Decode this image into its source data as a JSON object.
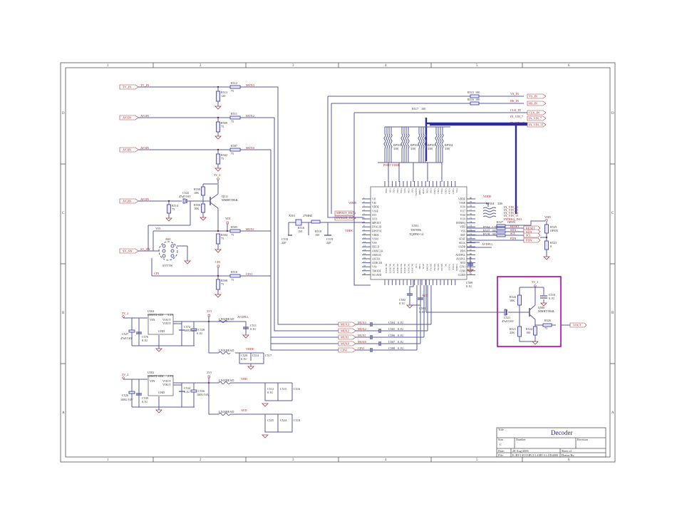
{
  "sheet": {
    "title_label": "Title",
    "title": "Decoder",
    "size_label": "Size",
    "size": "C",
    "number_label": "Number",
    "revision_label": "Revision",
    "date_label": "Date:",
    "date": "28-Aug-2006",
    "sheet_label": "Sheet   of",
    "file_label": "File:",
    "file": "E:\\RV1\\EV3\\RV2\\1.4\\RV1\\1.4\\D4000",
    "drawn_label": "Drawn By:",
    "columns": [
      "1",
      "2",
      "3",
      "4",
      "5",
      "6"
    ],
    "rows": [
      "D",
      "C",
      "B",
      "A"
    ]
  },
  "inputs": {
    "tv_in": {
      "port": "TV_IN",
      "net": "TV_IN",
      "r_shunt": "R513",
      "r_shunt_val": "120",
      "r_series": "R512",
      "r_series_val": "75",
      "out": "MUX3"
    },
    "av1in": {
      "port": "AV1IN",
      "net": "AV1IN",
      "r_shunt": "R509",
      "r_shunt_val": "75",
      "r_series": "R511",
      "r_series_val": "75",
      "out": "MUX2"
    },
    "av3in": {
      "port": "AV3IN",
      "net": "AV3IN",
      "r_shunt": "R502",
      "r_shunt_val": "75",
      "r_series": "R507",
      "r_series_val": "75",
      "out": "MUX0"
    },
    "av2in": {
      "port": "AV2IN",
      "net": "AV2IN",
      "r_shunt": "R514",
      "r_shunt_val": "75",
      "cap": "C522",
      "cap_val": "47uF/16V"
    },
    "bias": {
      "r1": "R558",
      "r1_val": "10K",
      "r2": "R556",
      "r2_val": "10K",
      "q": "Q511",
      "q_val": "MMBT3904L",
      "supply": "5V_2"
    },
    "yin": {
      "net": "YIN",
      "label": "YIN",
      "r_shunt": "R504",
      "r_shunt_val": "75",
      "r_series": "R505",
      "r_series_val": "75",
      "out": "MUX1"
    },
    "sv": {
      "port": "SV_SW",
      "net": "SV_SW",
      "conn": "J601",
      "conn_val": "SVTTW"
    },
    "cin": {
      "net": "CIN",
      "label": "CIN",
      "r_shunt": "R508",
      "r_shunt_val": "75",
      "r_series": "R510",
      "r_series_val": "75",
      "out": "CIN1"
    }
  },
  "ic": {
    "ref": "U501",
    "part": "TW9906",
    "pkg": "TQFP80-14",
    "left_pins": [
      "VI1",
      "VI0",
      "VDDE",
      "VSSE",
      "XTI",
      "XTO",
      "MPOUT",
      "DVALID",
      "HPSYNC",
      "VDDC",
      "VSSO",
      "VSS",
      "FIELD",
      "AMXCLK",
      "AMCLK",
      "ASCLK",
      "ALRCLK",
      "VSS",
      "TMODE",
      "NC/AVD"
    ],
    "right_pins": [
      "VDDE",
      "VSSE",
      "VI16",
      "VI17",
      "VI18",
      "VI19",
      "INTREQ",
      "VDD",
      "VSS",
      "RST",
      "SDAT",
      "SCLK",
      "SADR",
      "PDN",
      "AVDPLL",
      "AVSPLL",
      "AVD",
      "CIN1",
      "CIN0",
      "CGND"
    ],
    "top_pins": [
      "VD0",
      "VD1",
      "VD2",
      "VD3",
      "VD4",
      "VD5",
      "VD6",
      "VD7",
      "CLKX1",
      "VDDE",
      "VSSE",
      "VD8",
      "VD9",
      "VD10",
      "VD11",
      "VD12",
      "VD13",
      "VD14",
      "VD15",
      "VSS"
    ],
    "bottom_pins": [
      "NC/MUX",
      "NC/MUX",
      "NC/MUX",
      "NC/MUX",
      "NC/MUX",
      "NC/MUX",
      "NC/MUX",
      "NC/MUX",
      "VSS",
      "VDD",
      "AVD",
      "AGND",
      "MUX3",
      "MUX2",
      "MUX1",
      "MUX0",
      "NC",
      "YOUT",
      "VSSA",
      "VDDA"
    ]
  },
  "crystal": {
    "ref": "X501",
    "val": "27MHZ",
    "r": "R516",
    "r_val": "1M",
    "r2": "R518",
    "r2_val": "1M",
    "c1": "C518",
    "c1_val": "22P",
    "c2": "C519",
    "c2_val": "22P"
  },
  "left_ports": {
    "mpout": "MPOUT_INO",
    "dvalid": "DVALID_INO",
    "vddc": "VDDC",
    "vdde": "VDDE"
  },
  "top_right": {
    "r_vs": "R515",
    "r_vs_val": "100",
    "r_hs": "R516",
    "r_hs_val": "100",
    "r_clk": "R517",
    "r_clk_val": "100",
    "vs_net": "VS_IN",
    "hs_net": "HS_IN",
    "clk_net": "CLK_IN",
    "y7_net": "IN_YIN_7",
    "y15_net": "IN_YIN_15",
    "ports": [
      "VS_IN",
      "HS_IN",
      "CLK_IN",
      "IN_YIN_7",
      "IN_YIN_15"
    ],
    "rp": [
      "RP501",
      "RP502",
      "RP503",
      "RP504"
    ],
    "rp_val": "33R",
    "port_vdde": "PORT VDDE"
  },
  "right_ctrl": {
    "vdde": "VDDE",
    "rp_in": "RP504",
    "rp_val": "33R",
    "in_nets": [
      "IN_YIN_12",
      "IN_YIN_13",
      "IN_YIN_14",
      "IN_YIN_15",
      "INTREQ_INO"
    ],
    "r_open": "R527",
    "r_open_val": "OPEN",
    "rst_nets": [
      "RESET",
      "SDA",
      "SCL"
    ],
    "rst_ports": [
      "RESET",
      "SDA",
      "SCL"
    ],
    "rs": [
      "R564",
      "R537",
      "R528"
    ],
    "rs_val": [
      "1.2K",
      "100",
      "100"
    ],
    "pdn": "PDN",
    "pdn_port": "PDN",
    "vdd": "VDD",
    "r525": "R525",
    "r525_val": "OPEN",
    "r523": "R523",
    "r523_val": "0",
    "avdpll": "AVDPLL",
    "c509": "C509",
    "c509_val": "0.1U"
  },
  "video_out": {
    "supply": "5V_2",
    "r1": "R522",
    "r1_val": "10K",
    "r2": "R521",
    "r2_val": "22K",
    "c1": "C521",
    "c1_val": "47uF/16V",
    "q": "Q500",
    "q_val": "MMBT3904L",
    "r3": "R524",
    "r3_val": "100",
    "r4": "R526",
    "r4_val": "75",
    "c2": "C510",
    "c2_val": "0.1U",
    "port": "VOUT"
  },
  "mux_caps": [
    {
      "port": "MUX3",
      "net": "MUX3",
      "cap": "C504",
      "val": "0.1U"
    },
    {
      "port": "MUX2",
      "net": "MUX2",
      "cap": "C505",
      "val": "0.1U"
    },
    {
      "port": "MUX1",
      "net": "MUX1",
      "cap": "C506",
      "val": "0.1U"
    },
    {
      "port": "MUX0",
      "net": "MUX0",
      "cap": "C507",
      "val": "0.1U"
    },
    {
      "port": "CIN1",
      "net": "CIN1",
      "cap": "C508",
      "val": "0.1U"
    }
  ],
  "ic_caps": {
    "c1": "C502",
    "c1_val": "0.1U",
    "c2": "C503",
    "c2_val": "0.1U",
    "avd": "AVD"
  },
  "reg1": {
    "ref": "U504",
    "part": "G966TI-ADJ",
    "vout": "3.3V",
    "in": "5V_2",
    "pins": [
      "VIN",
      "VOUT",
      "VOUT",
      "GND"
    ],
    "c_in": "C527",
    "c_in_val": "47uF/16V",
    "c_in2": "C576",
    "c_in2_val": "0.1U",
    "c_out": "C572",
    "c_out_val": "0.1U",
    "c_out2": "C538",
    "c_out2_val": "100U/16V",
    "rail": "3V3",
    "l1": "LN02",
    "l1_val": "BEAD",
    "n1": "AVDPLL",
    "c1": "C511",
    "c1_val": "0.1U",
    "l2": "LN01",
    "l2_val": "BEAD",
    "n2": "VDDE",
    "caps": [
      "C520",
      "C514",
      "C517"
    ],
    "caps_val": "0.1U"
  },
  "reg2": {
    "ref": "U502",
    "part": "G966TI-ADJ",
    "vout": "2.5V",
    "in": "5V_2",
    "pins": [
      "VIN",
      "VOUT",
      "VOUT",
      "GND"
    ],
    "c_in": "C526",
    "c_in_val": "100U/16V",
    "c_in2": "C539",
    "c_in2_val": "0.1U",
    "c_out": "C534",
    "c_out_val": "0.1U",
    "c_out2": "C536",
    "c_out2_val": "100U/16V",
    "rail": "2V5",
    "l1": "LN03",
    "l1_val": "BEAD",
    "n1": "VDD",
    "caps1": [
      "C512",
      "C515",
      "C516"
    ],
    "caps_val": "0.1U",
    "l2": "LN04",
    "l2_val": "BEAD",
    "n2": "AVD",
    "caps2": [
      "C525",
      "C524",
      "C519"
    ]
  }
}
